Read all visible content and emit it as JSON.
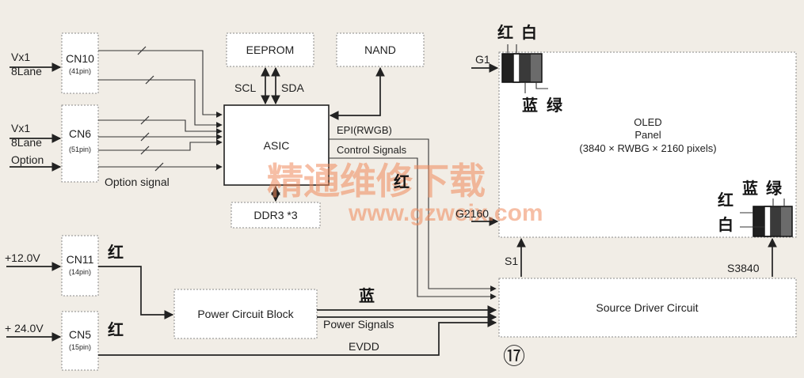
{
  "inputs": {
    "vx1_a": "Vx1",
    "lane_a": "8Lane",
    "vx1_b": "Vx1",
    "lane_b": "8Lane",
    "option": "Option",
    "v12": "+12.0V",
    "v24": "+ 24.0V"
  },
  "connectors": {
    "cn10": {
      "name": "CN10",
      "pins": "(41pin)"
    },
    "cn6": {
      "name": "CN6",
      "pins": "(51pin)"
    },
    "cn11": {
      "name": "CN11",
      "pins": "(14pin)"
    },
    "cn5": {
      "name": "CN5",
      "pins": "(15pin)"
    }
  },
  "blocks": {
    "eeprom": "EEPROM",
    "nand": "NAND",
    "asic": "ASIC",
    "ddr": "DDR3 *3",
    "power": "Power Circuit Block",
    "source": "Source Driver Circuit"
  },
  "signals": {
    "scl": "SCL",
    "sda": "SDA",
    "epi": "EPI(RWGB)",
    "control": "Control Signals",
    "option_signal": "Option signal",
    "power_signals": "Power Signals",
    "evdd": "EVDD",
    "g1": "G1",
    "g2160": "G2160",
    "s1": "S1",
    "s3840": "S3840"
  },
  "panel": {
    "line1": "OLED",
    "line2": "Panel",
    "line3": "(3840 × RWBG × 2160 pixels)"
  },
  "annotations": {
    "red_top": "红",
    "white_top": "白",
    "blue_top": "蓝",
    "green_top": "绿",
    "red_mid": "红",
    "red_cn11": "红",
    "red_cn5": "红",
    "blue_power": "蓝",
    "blue_right": "蓝",
    "green_right": "绿",
    "red_right": "红",
    "white_right": "白",
    "figure_no": "⑰"
  },
  "watermark": {
    "cn": "精通维修下载",
    "url": "www.gzweix.com"
  },
  "colors": {
    "background": "#f1ede6",
    "line": "#222222",
    "watermark": "#f08a5c"
  }
}
